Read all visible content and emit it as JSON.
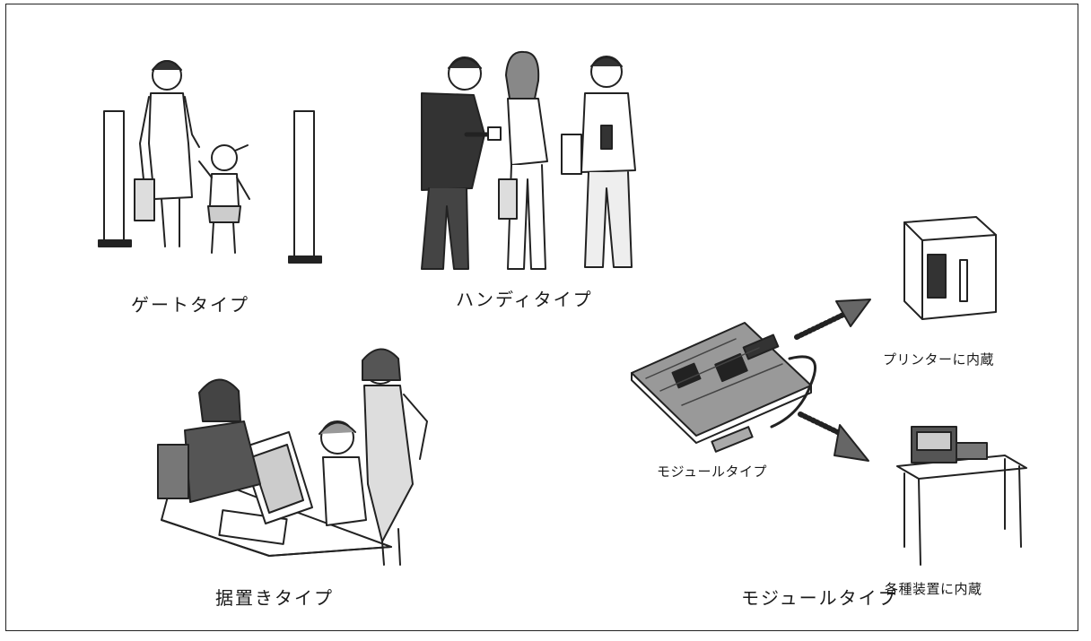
{
  "figure": {
    "labels": {
      "gate_type": "ゲートタイプ",
      "handy_type": "ハンディタイプ",
      "stationary_type": "据置きタイプ",
      "module_type_caption": "モジュールタイプ",
      "module_board_label": "モジュールタイプ",
      "printer_label": "プリンターに内蔵",
      "device_label": "各種装置に内蔵"
    }
  }
}
